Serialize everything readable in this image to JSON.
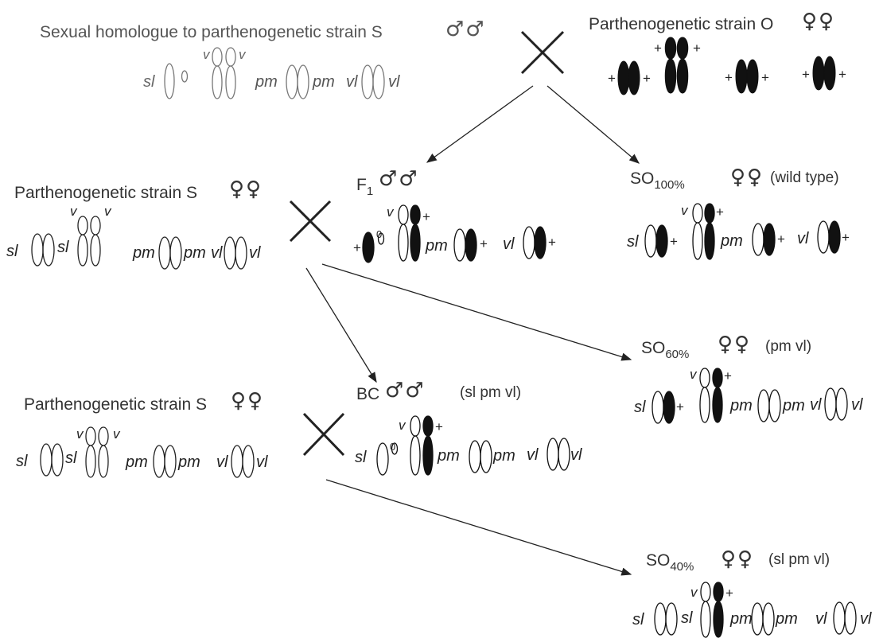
{
  "labels": {
    "sexual_homologue": "Sexual homologue to parthenogenetic strain S",
    "strain_o": "Parthenogenetic strain O",
    "strain_s_1": "Parthenogenetic strain S",
    "strain_s_2": "Parthenogenetic strain S",
    "f1_main": "F",
    "f1_sub": "1",
    "bc": "BC",
    "so100_main": "SO",
    "so100_sub": "100%",
    "so100_note": "(wild type)",
    "so60_main": "SO",
    "so60_sub": "60%",
    "so60_note": "(pm vl)",
    "so40_main": "SO",
    "so40_sub": "40%",
    "so40_note": "(sl pm vl)",
    "bc_note": "(sl pm vl)"
  },
  "symbols": {
    "male_pair": "♂♂",
    "female_pair": "♀♀"
  },
  "alleles": {
    "sl": "sl",
    "v": "v",
    "pm": "pm",
    "vl": "vl",
    "plus": "+",
    "zero": "0"
  }
}
